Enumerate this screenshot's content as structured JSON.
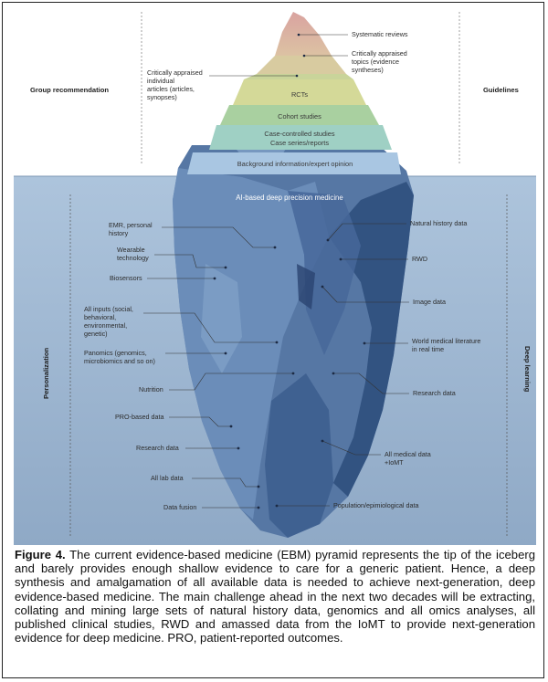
{
  "side_labels": {
    "top_left": "Group recommendation",
    "top_right": "Guidelines",
    "bottom_left": "Personalization",
    "bottom_right": "Deep learning"
  },
  "pyramid_tiers": [
    {
      "label": "RCTs",
      "color": "#d4d998"
    },
    {
      "label": "Cohort studies",
      "color": "#a9d0a0"
    },
    {
      "label": "Case-controlled studies",
      "color": "#9fd0c4"
    },
    {
      "label": "Case series/reports",
      "color": "#9fd0c4"
    },
    {
      "label": "Background information/expert opinion",
      "color": "#a9c6e2"
    }
  ],
  "top_annotations": {
    "systematic_reviews": "Systematic reviews",
    "critically_appraised_topics": [
      "Critically appraised",
      "topics (evidence",
      "syntheses)"
    ],
    "critically_appraised_articles": [
      "Critically appraised",
      "individual",
      "articles (articles,",
      "synopses)"
    ]
  },
  "underwater_title": "AI-based deep precision medicine",
  "left_labels": {
    "emr": [
      "EMR, personal",
      "history"
    ],
    "wearable": [
      "Wearable",
      "technology"
    ],
    "biosensors": "Biosensors",
    "all_inputs": [
      "All inputs (social,",
      "behavioral,",
      "environmental,",
      "genetic)"
    ],
    "panomics": [
      "Panomics (genomics,",
      "microbiomics and so on)"
    ],
    "nutrition": "Nutrition",
    "pro_based": "PRO-based data",
    "research_data": "Research data",
    "all_lab": "All lab data",
    "data_fusion": "Data fusion"
  },
  "right_labels": {
    "natural_history": "Natural history data",
    "rwd": "RWD",
    "image_data": "Image data",
    "world_literature": [
      "World medical literature",
      "in real time"
    ],
    "research_data": "Research data",
    "all_medical": [
      "All medical data",
      "+IoMT"
    ],
    "population": "Population/epimiological data"
  },
  "caption": {
    "label": "Figure 4.",
    "text": " The current evidence-based medicine (EBM) pyramid represents the tip of the iceberg and barely provides enough shallow evidence to care for a generic patient. Hence, a deep synthesis and amalgamation of all available data is needed to achieve next-generation, deep evidence-based medicine. The main challenge ahead in the next two decades will be extracting, collating and mining large sets of natural history data, genomics and all omics analyses, all published clinical studies, RWD and amassed data from the IoMT to provide next-generation evidence for deep medicine. PRO, patient-reported outcomes."
  },
  "colors": {
    "water": "#9fb8d2",
    "iceberg_dark": "#3f5f8c",
    "iceberg_mid": "#5b7fab",
    "iceberg_light": "#7d9ec6",
    "tier_top": "#e4a8a2"
  }
}
